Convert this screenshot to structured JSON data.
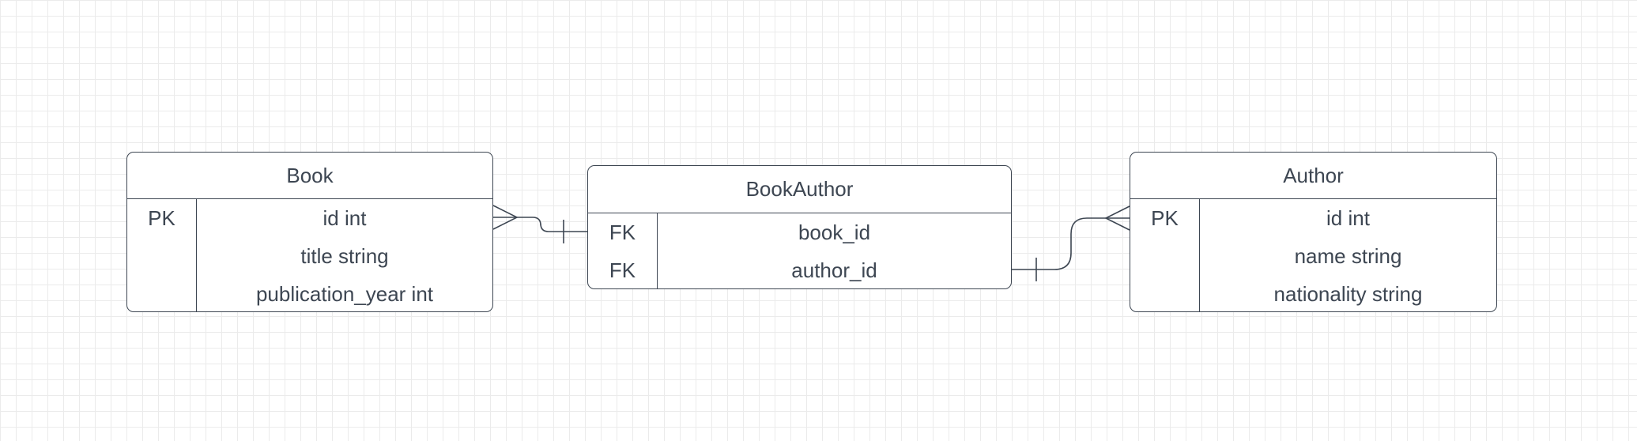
{
  "diagram": {
    "entities": [
      {
        "id": "book",
        "name": "Book",
        "rows": [
          {
            "key": "PK",
            "field": "id int"
          },
          {
            "key": "",
            "field": "title string"
          },
          {
            "key": "",
            "field": "publication_year int"
          }
        ]
      },
      {
        "id": "bookauthor",
        "name": "BookAuthor",
        "rows": [
          {
            "key": "FK",
            "field": "book_id"
          },
          {
            "key": "FK",
            "field": "author_id"
          }
        ]
      },
      {
        "id": "author",
        "name": "Author",
        "rows": [
          {
            "key": "PK",
            "field": "id int"
          },
          {
            "key": "",
            "field": "name string"
          },
          {
            "key": "",
            "field": "nationality string"
          }
        ]
      }
    ],
    "relationships": [
      {
        "from": "Book",
        "from_cardinality": "many",
        "to": "BookAuthor",
        "to_cardinality": "one"
      },
      {
        "from": "BookAuthor",
        "from_cardinality": "one",
        "to": "Author",
        "to_cardinality": "many"
      }
    ]
  }
}
